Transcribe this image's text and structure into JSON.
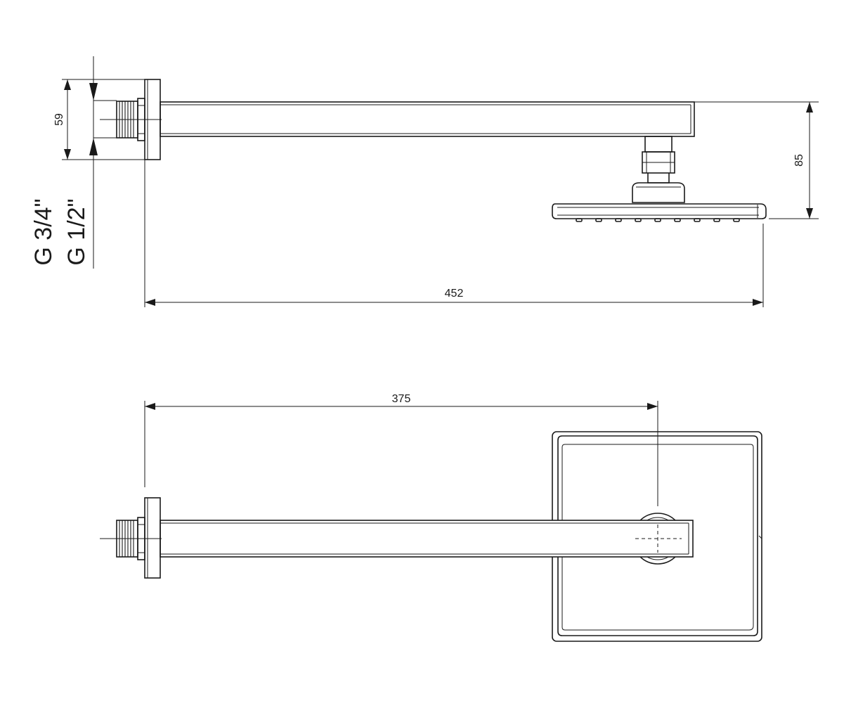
{
  "dimensions": {
    "height_59": "59",
    "height_85": "85",
    "length_452": "452",
    "length_375": "375"
  },
  "threads": {
    "outer": "G 3/4\"",
    "inner": "G 1/2\""
  },
  "colors": {
    "line": "#1a1a1a",
    "background": "#ffffff"
  }
}
